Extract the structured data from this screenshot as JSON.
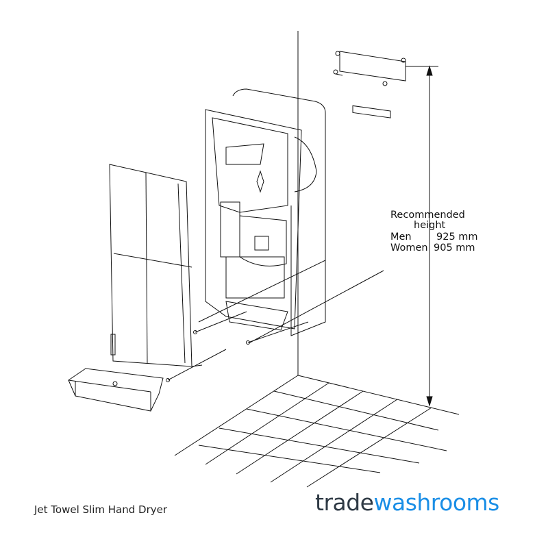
{
  "annotation": {
    "title_line1": "Recommended",
    "title_line2": "height",
    "men_label": "Men",
    "men_value": "925 mm",
    "women_label": "Women",
    "women_value": "905 mm"
  },
  "caption": "Jet Towel Slim Hand Dryer",
  "logo": {
    "part1": "trade",
    "part2": "washrooms",
    "colors": {
      "part1": "#2f3a45",
      "part2": "#1a8ee6"
    }
  }
}
